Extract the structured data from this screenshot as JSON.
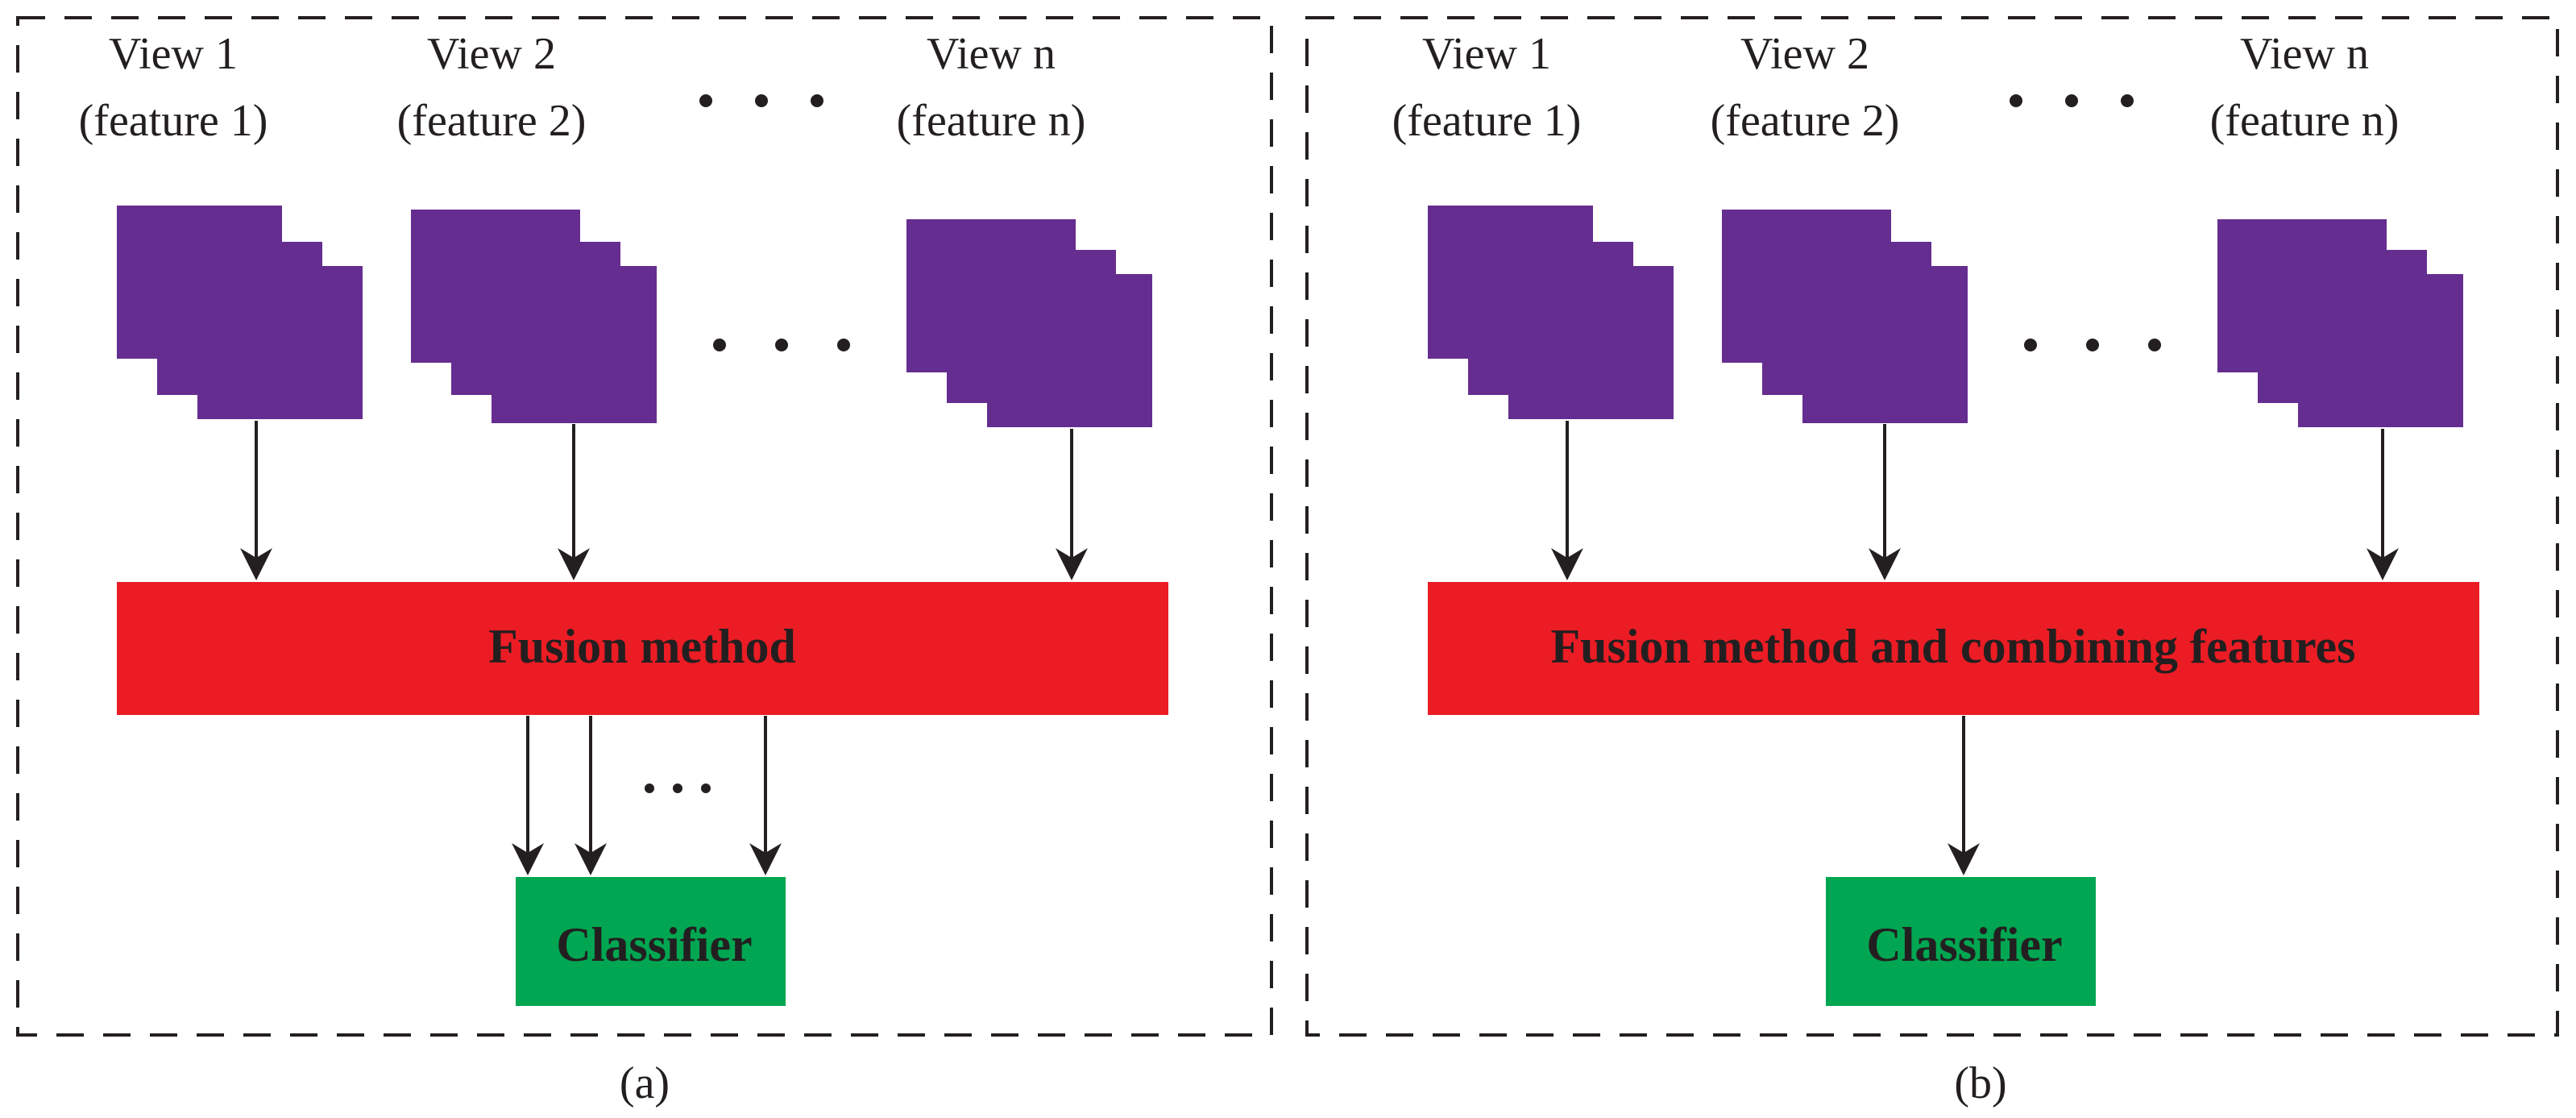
{
  "colors": {
    "feature_stack": "#652d90",
    "fusion_box": "#ec1c24",
    "classifier_box": "#00a651",
    "text": "#231f20",
    "frame": "#231f20"
  },
  "panel_a": {
    "views": [
      {
        "title": "View 1",
        "feature": "(feature 1)"
      },
      {
        "title": "View 2",
        "feature": "(feature 2)"
      },
      {
        "title": "View n",
        "feature": "(feature n)"
      }
    ],
    "fusion_label": "Fusion method",
    "classifier_label": "Classifier",
    "ellipsis_small": "…",
    "caption": "(a)"
  },
  "panel_b": {
    "views": [
      {
        "title": "View 1",
        "feature": "(feature 1)"
      },
      {
        "title": "View 2",
        "feature": "(feature 2)"
      },
      {
        "title": "View n",
        "feature": "(feature n)"
      }
    ],
    "fusion_label": "Fusion method and combining features",
    "classifier_label": "Classifier",
    "caption": "(b)"
  }
}
